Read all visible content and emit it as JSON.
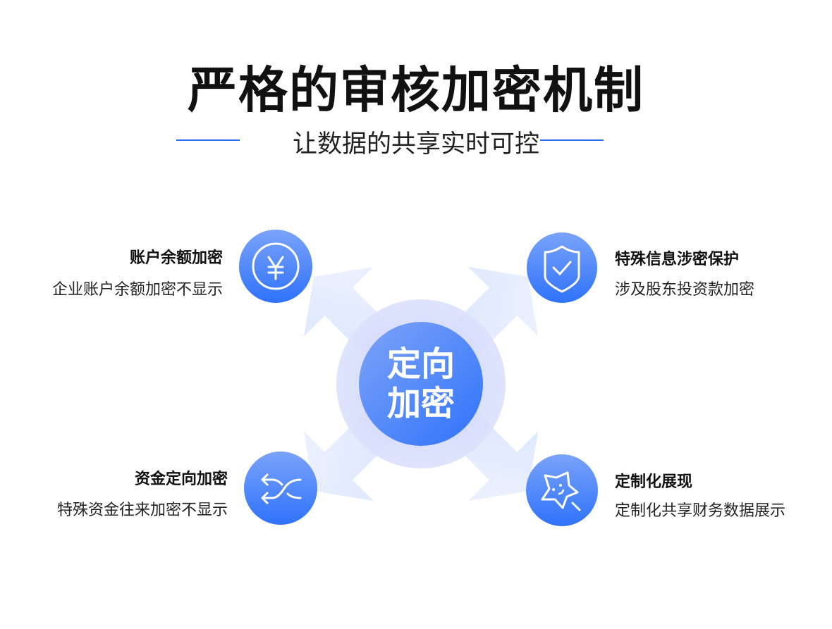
{
  "header": {
    "title": "严格的审核加密机制",
    "subtitle": "让数据的共享实时可控"
  },
  "center": {
    "line1": "定向",
    "line2": "加密"
  },
  "features": [
    {
      "title": "账户余额加密",
      "desc": "企业账户余额加密不显示",
      "icon": "yen-icon"
    },
    {
      "title": "特殊信息涉密保护",
      "desc": "涉及股东投资款加密",
      "icon": "shield-check-icon"
    },
    {
      "title": "资金定向加密",
      "desc": "特殊资金往来加密不显示",
      "icon": "shuffle-icon"
    },
    {
      "title": "定制化展现",
      "desc": "定制化共享财务数据展示",
      "icon": "star-icon"
    }
  ],
  "colors": {
    "accent": "#2f72fb",
    "light": "#dbe6fd"
  }
}
